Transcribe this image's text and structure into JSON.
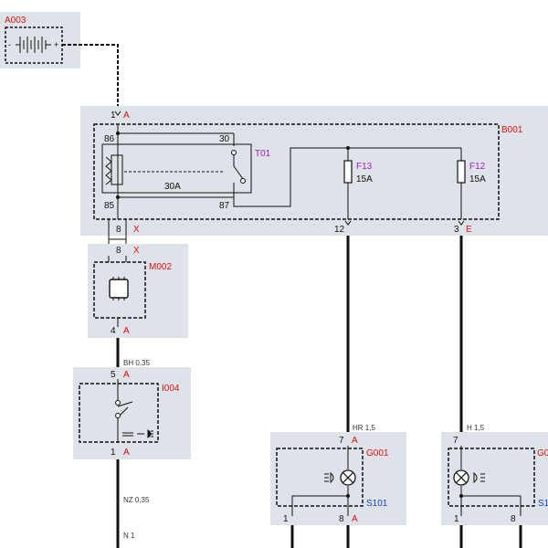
{
  "components": {
    "battery": {
      "id": "A003",
      "minus": "-",
      "plus": "+"
    },
    "fusebox": {
      "id": "B001",
      "relay_id": "T01",
      "relay_rating": "30A",
      "pin86": "86",
      "pin30": "30",
      "pin85": "85",
      "pin87": "87",
      "fuse1_id": "F13",
      "fuse1_rating": "15A",
      "fuse2_id": "F12",
      "fuse2_rating": "15A"
    },
    "module": {
      "id": "M002"
    },
    "switch": {
      "id": "I004"
    },
    "lamp1": {
      "id": "G001",
      "ground": "S101"
    },
    "lamp2": {
      "id": "G0",
      "ground": "S1"
    }
  },
  "connectors": {
    "b001_in": {
      "pin": "1",
      "conn": "A"
    },
    "b001_out": {
      "pin": "8",
      "conn": "X"
    },
    "m002_in": {
      "pin": "8",
      "conn": "X"
    },
    "m002_out": {
      "pin": "4",
      "conn": "A"
    },
    "i004_in": {
      "pin": "5",
      "conn": "A"
    },
    "i004_out": {
      "pin": "1",
      "conn": "A"
    },
    "f13_out": {
      "pin": "12"
    },
    "f12_out": {
      "pin": "3",
      "conn": "E"
    },
    "g001_in": {
      "pin": "7",
      "conn": "A"
    },
    "g001_out1": {
      "pin": "1"
    },
    "g001_out8": {
      "pin": "8",
      "conn": "A"
    },
    "g0_in": {
      "pin": "7"
    },
    "g0_out1": {
      "pin": "1"
    },
    "g0_out8": {
      "pin": "8"
    }
  },
  "wires": {
    "w_bh": "BH 0,35",
    "w_nz": "NZ 0,35",
    "w_n1": "N 1",
    "w_hr": "HR 1,5",
    "w_h": "H 1,5"
  }
}
